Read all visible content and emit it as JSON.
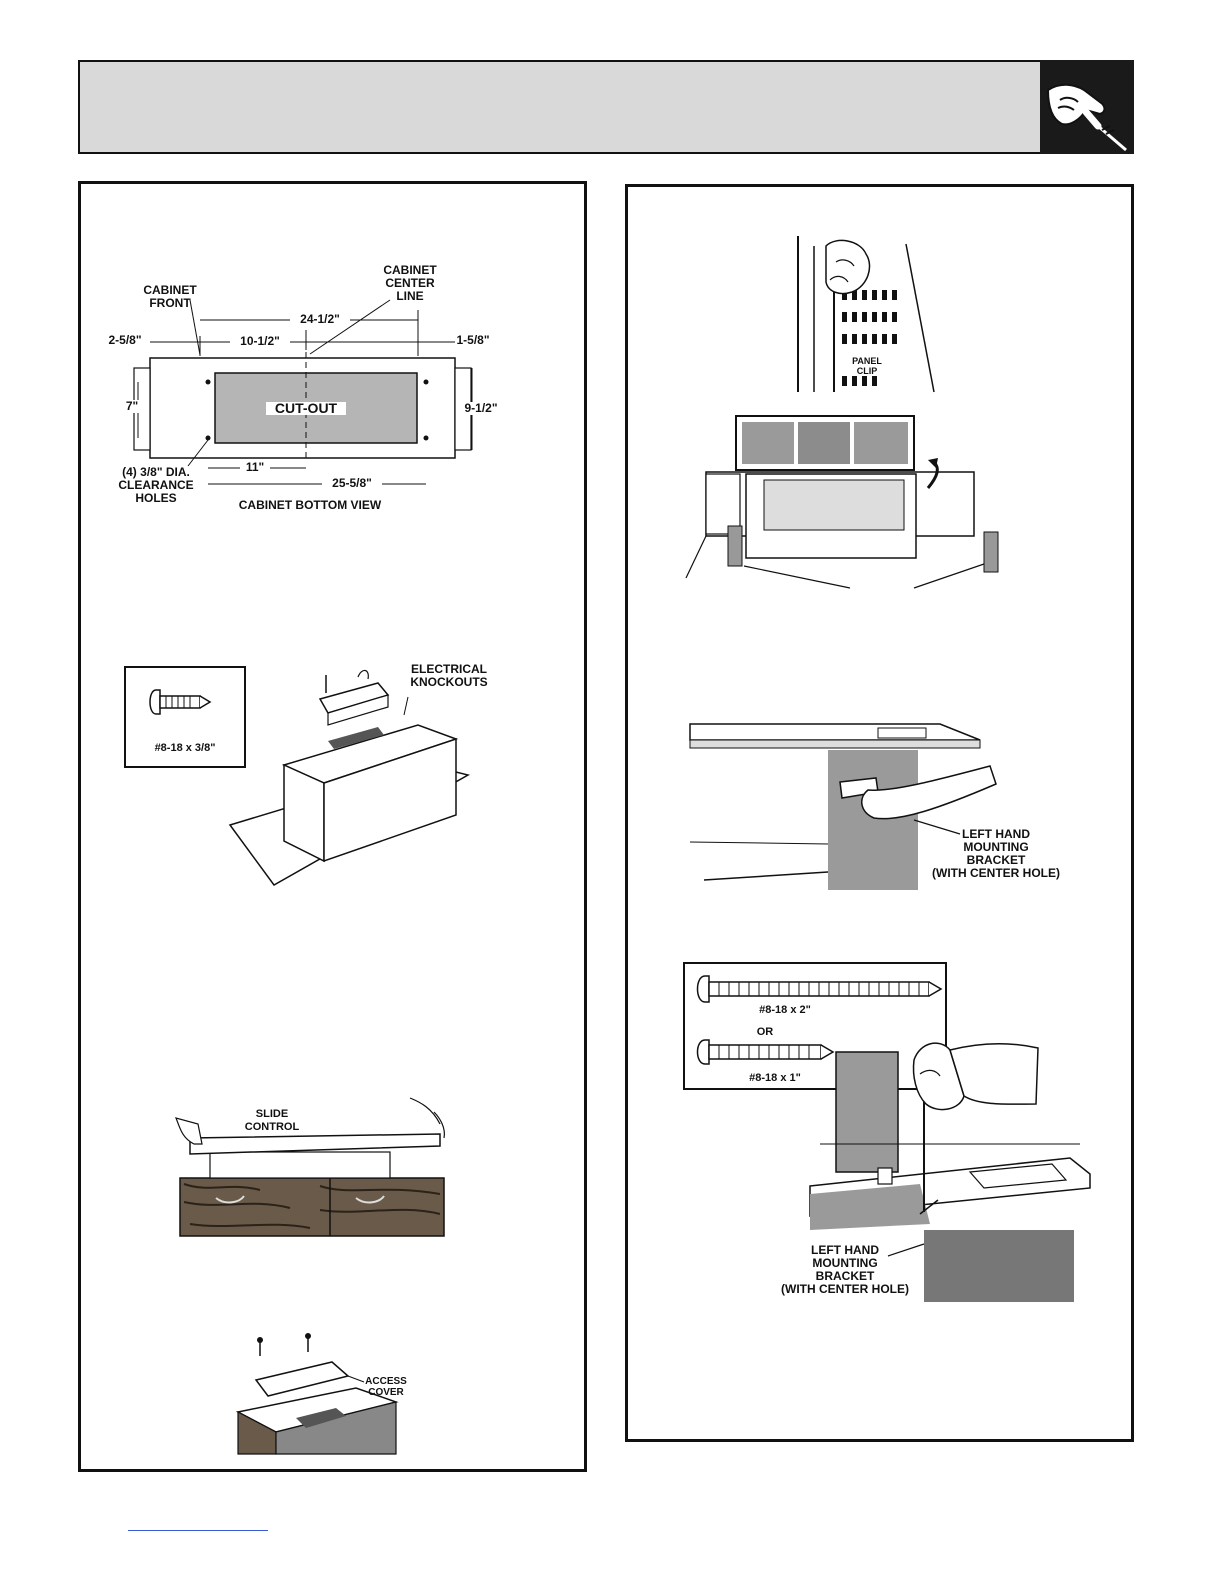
{
  "header": {
    "icon": "hand-screwdriver-icon"
  },
  "left_panel": {
    "cabinet_diagram": {
      "cabinet_front": "CABINET\nFRONT",
      "cabinet_center_line": "CABINET\nCENTER\nLINE",
      "dim_overall_width": "24-1/2\"",
      "dim_center_offset": "10-1/2\"",
      "dim_left_margin": "2-5/8\"",
      "dim_right_margin": "1-5/8\"",
      "dim_height_left": "7\"",
      "dim_height_right": "9-1/2\"",
      "cutout_label": "CUT-OUT",
      "holes_label": "(4) 3/8\" DIA.\nCLEARANCE\nHOLES",
      "dim_hole_spacing": "11\"",
      "dim_bottom_width": "25-5/8\"",
      "view_title": "CABINET BOTTOM VIEW"
    },
    "knockout_diagram": {
      "screw_label": "#8-18 x 3/8\"",
      "electrical_knockouts": "ELECTRICAL\nKNOCKOUTS"
    },
    "slide_diagram": {
      "slide_control": "SLIDE\nCONTROL"
    },
    "access_diagram": {
      "access_cover": "ACCESS\nCOVER"
    }
  },
  "right_panel": {
    "panel_clip_diagram": {
      "panel_clip": "PANEL\nCLIP"
    },
    "bracket_diagram": {
      "bracket_label": "LEFT HAND\nMOUNTING\nBRACKET\n(WITH CENTER HOLE)"
    },
    "screw_diagram": {
      "screw_long": "#8-18 x 2\"",
      "or_label": "OR",
      "screw_short": "#8-18 x 1\"",
      "bracket_label": "LEFT HAND\nMOUNTING\nBRACKET\n(WITH CENTER HOLE)"
    }
  }
}
